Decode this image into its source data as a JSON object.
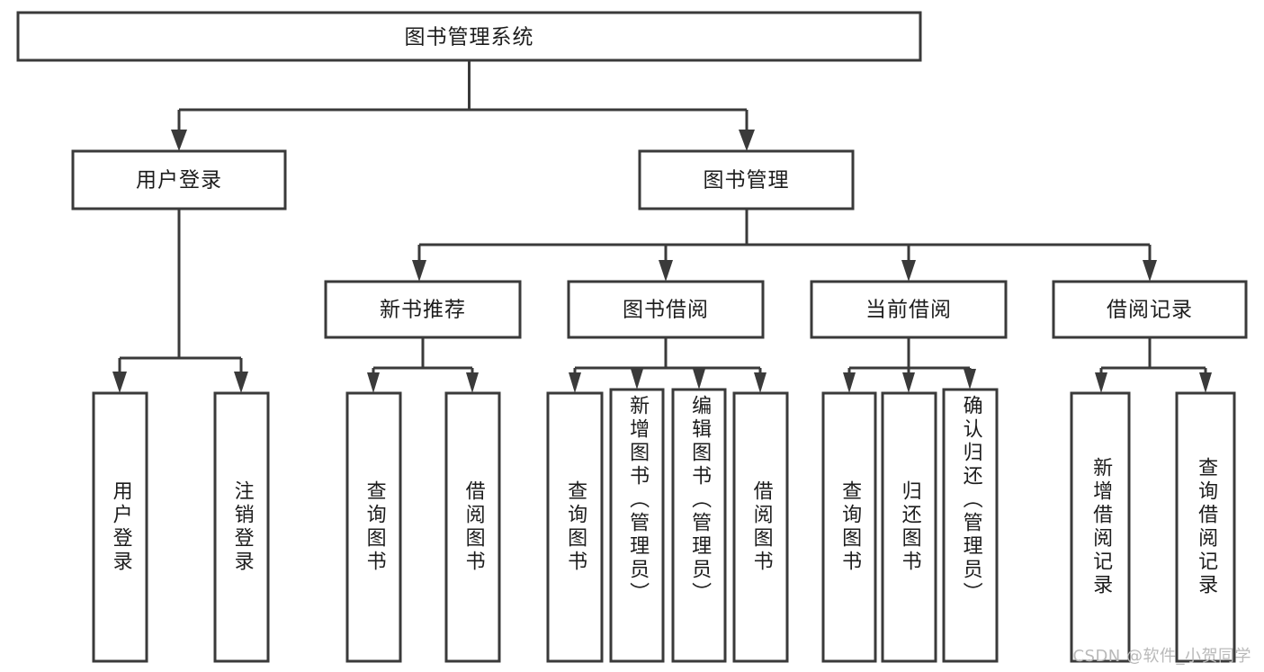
{
  "diagram": {
    "type": "tree-flowchart",
    "title_node": {
      "id": "root",
      "label": "图书管理系统"
    },
    "colors": {
      "background": "#ffffff",
      "box_stroke": "#3a3a3a",
      "box_fill": "#ffffff",
      "text": "#1c1c1c",
      "watermark": "#b9b9b9"
    },
    "levels": {
      "level1": [
        {
          "id": "login",
          "label": "用户登录"
        },
        {
          "id": "bookmgmt",
          "label": "图书管理"
        }
      ],
      "level2": [
        {
          "id": "newbooks",
          "label": "新书推荐",
          "parent": "bookmgmt"
        },
        {
          "id": "borrow",
          "label": "图书借阅",
          "parent": "bookmgmt"
        },
        {
          "id": "current",
          "label": "当前借阅",
          "parent": "bookmgmt"
        },
        {
          "id": "records",
          "label": "借阅记录",
          "parent": "bookmgmt"
        }
      ],
      "leaves": [
        {
          "id": "leaf-user-login",
          "label": "用户登录",
          "parent": "login"
        },
        {
          "id": "leaf-logout",
          "label": "注销登录",
          "parent": "login"
        },
        {
          "id": "leaf-query-book-1",
          "label": "查询图书",
          "parent": "newbooks"
        },
        {
          "id": "leaf-borrow-book-1",
          "label": "借阅图书",
          "parent": "newbooks"
        },
        {
          "id": "leaf-query-book-2",
          "label": "查询图书",
          "parent": "borrow"
        },
        {
          "id": "leaf-add-book",
          "label": "新增图书（管理员）",
          "parent": "borrow"
        },
        {
          "id": "leaf-edit-book",
          "label": "编辑图书（管理员）",
          "parent": "borrow"
        },
        {
          "id": "leaf-borrow-book-2",
          "label": "借阅图书",
          "parent": "borrow"
        },
        {
          "id": "leaf-query-book-3",
          "label": "查询图书",
          "parent": "current"
        },
        {
          "id": "leaf-return-book",
          "label": "归还图书",
          "parent": "current"
        },
        {
          "id": "leaf-confirm-return",
          "label": "确认归还（管理员）",
          "parent": "current"
        },
        {
          "id": "leaf-add-record",
          "label": "新增借阅记录",
          "parent": "records"
        },
        {
          "id": "leaf-query-record",
          "label": "查询借阅记录",
          "parent": "records"
        }
      ]
    }
  },
  "watermark": {
    "text": "CSDN @软件_小贺同学"
  }
}
